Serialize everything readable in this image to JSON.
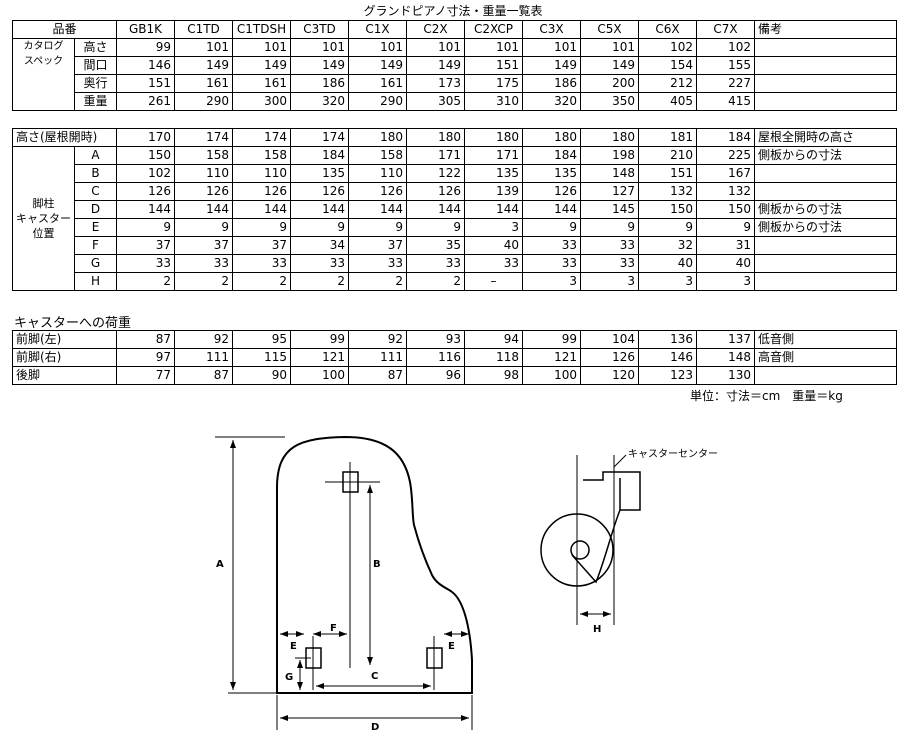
{
  "title": "グランドピアノ寸法・重量一覧表",
  "header": {
    "label": "品番",
    "models": [
      "GB1K",
      "C1TD",
      "C1TDSH",
      "C3TD",
      "C1X",
      "C2X",
      "C2XCP",
      "C3X",
      "C5X",
      "C6X",
      "C7X"
    ],
    "notes": "備考"
  },
  "spec": {
    "group_line1": "カタログ",
    "group_line2": "スペック",
    "rows": [
      {
        "label": "高さ",
        "values": [
          "99",
          "101",
          "101",
          "101",
          "101",
          "101",
          "101",
          "101",
          "101",
          "102",
          "102"
        ],
        "note": ""
      },
      {
        "label": "間口",
        "values": [
          "146",
          "149",
          "149",
          "149",
          "149",
          "149",
          "151",
          "149",
          "149",
          "154",
          "155"
        ],
        "note": ""
      },
      {
        "label": "奥行",
        "values": [
          "151",
          "161",
          "161",
          "186",
          "161",
          "173",
          "175",
          "186",
          "200",
          "212",
          "227"
        ],
        "note": ""
      },
      {
        "label": "重量",
        "values": [
          "261",
          "290",
          "300",
          "320",
          "290",
          "305",
          "310",
          "320",
          "350",
          "405",
          "415"
        ],
        "note": ""
      }
    ]
  },
  "lid": {
    "label": "高さ(屋根開時)",
    "values": [
      "170",
      "174",
      "174",
      "174",
      "180",
      "180",
      "180",
      "180",
      "180",
      "181",
      "184"
    ],
    "note": "屋根全開時の高さ"
  },
  "legs": {
    "group_line1": "脚柱",
    "group_line2": "キャスター",
    "group_line3": "位置",
    "rows": [
      {
        "label": "A",
        "values": [
          "150",
          "158",
          "158",
          "184",
          "158",
          "171",
          "171",
          "184",
          "198",
          "210",
          "225"
        ],
        "note": "側板からの寸法"
      },
      {
        "label": "B",
        "values": [
          "102",
          "110",
          "110",
          "135",
          "110",
          "122",
          "135",
          "135",
          "148",
          "151",
          "167"
        ],
        "note": ""
      },
      {
        "label": "C",
        "values": [
          "126",
          "126",
          "126",
          "126",
          "126",
          "126",
          "139",
          "126",
          "127",
          "132",
          "132"
        ],
        "note": ""
      },
      {
        "label": "D",
        "values": [
          "144",
          "144",
          "144",
          "144",
          "144",
          "144",
          "144",
          "144",
          "145",
          "150",
          "150"
        ],
        "note": "側板からの寸法"
      },
      {
        "label": "E",
        "values": [
          "9",
          "9",
          "9",
          "9",
          "9",
          "9",
          "3",
          "9",
          "9",
          "9",
          "9"
        ],
        "note": "側板からの寸法"
      },
      {
        "label": "F",
        "values": [
          "37",
          "37",
          "37",
          "34",
          "37",
          "35",
          "40",
          "33",
          "33",
          "32",
          "31"
        ],
        "note": ""
      },
      {
        "label": "G",
        "values": [
          "33",
          "33",
          "33",
          "33",
          "33",
          "33",
          "33",
          "33",
          "33",
          "40",
          "40"
        ],
        "note": ""
      },
      {
        "label": "H",
        "values": [
          "2",
          "2",
          "2",
          "2",
          "2",
          "2",
          "–",
          "3",
          "3",
          "3",
          "3"
        ],
        "note": ""
      }
    ]
  },
  "load": {
    "title": "キャスターへの荷重",
    "rows": [
      {
        "label": "前脚(左)",
        "values": [
          "87",
          "92",
          "95",
          "99",
          "92",
          "93",
          "94",
          "99",
          "104",
          "136",
          "137"
        ],
        "note": "低音側"
      },
      {
        "label": "前脚(右)",
        "values": [
          "97",
          "111",
          "115",
          "121",
          "111",
          "116",
          "118",
          "121",
          "126",
          "146",
          "148"
        ],
        "note": "高音側"
      },
      {
        "label": "後脚",
        "values": [
          "77",
          "87",
          "90",
          "100",
          "87",
          "96",
          "98",
          "100",
          "120",
          "123",
          "130"
        ],
        "note": ""
      }
    ]
  },
  "unit_note": "単位：寸法＝cm　重量＝kg",
  "diagram": {
    "labels": [
      "A",
      "B",
      "C",
      "D",
      "E",
      "E",
      "F",
      "G",
      "H"
    ],
    "caster_center": "キャスターセンター"
  }
}
